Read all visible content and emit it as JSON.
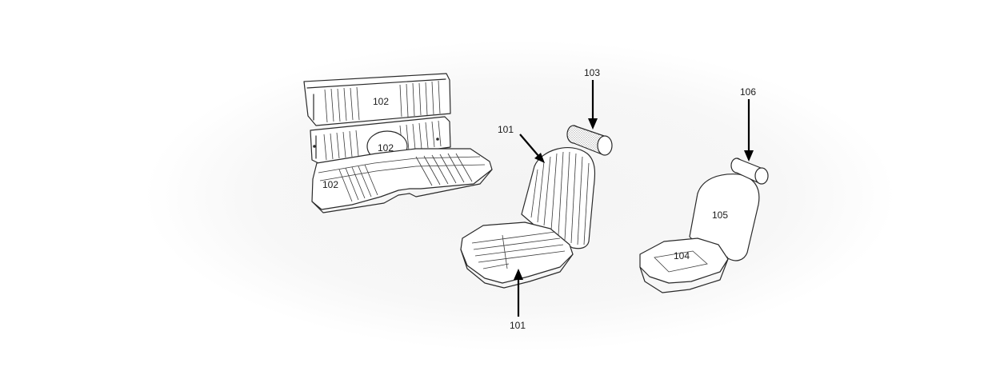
{
  "figure": {
    "background_tint": "#f3f3f3",
    "line_color": "#2a2a2a",
    "labels": {
      "rear_seat_back_upper": "102",
      "rear_seat_back_lower": "102",
      "rear_seat_cushion": "102",
      "front_seat_callout_top": "101",
      "front_seat_callout_bottom": "101",
      "front_headrest": "103",
      "second_seat_cushion": "104",
      "second_seat_back": "105",
      "second_headrest": "106"
    }
  }
}
